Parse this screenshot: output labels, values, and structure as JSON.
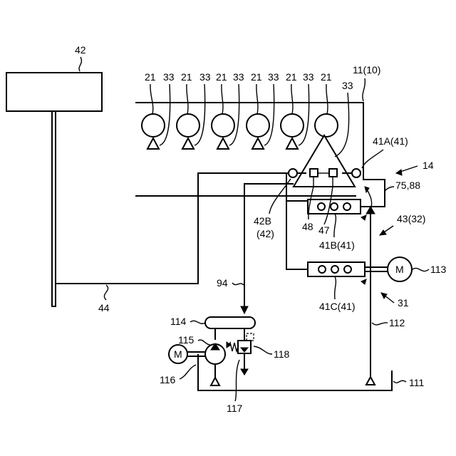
{
  "labels": {
    "tank": "42",
    "engine": "11(10)",
    "cyl": "21",
    "inj": "33",
    "inj_pump": "33",
    "pump_a": "41A(41)",
    "n14": "14",
    "sensor": "75,88",
    "pump_b": "41B(41)",
    "n43": "43(32)",
    "n42b_1": "42B",
    "n42b_2": "(42)",
    "n48": "48",
    "n47": "47",
    "pump_c": "41C(41)",
    "motor_c": "113",
    "n31": "31",
    "n112": "112",
    "n94": "94",
    "n44": "44",
    "n114": "114",
    "n115": "115",
    "n116": "116",
    "n118": "118",
    "n117": "117",
    "n111": "111",
    "motor": "M"
  }
}
